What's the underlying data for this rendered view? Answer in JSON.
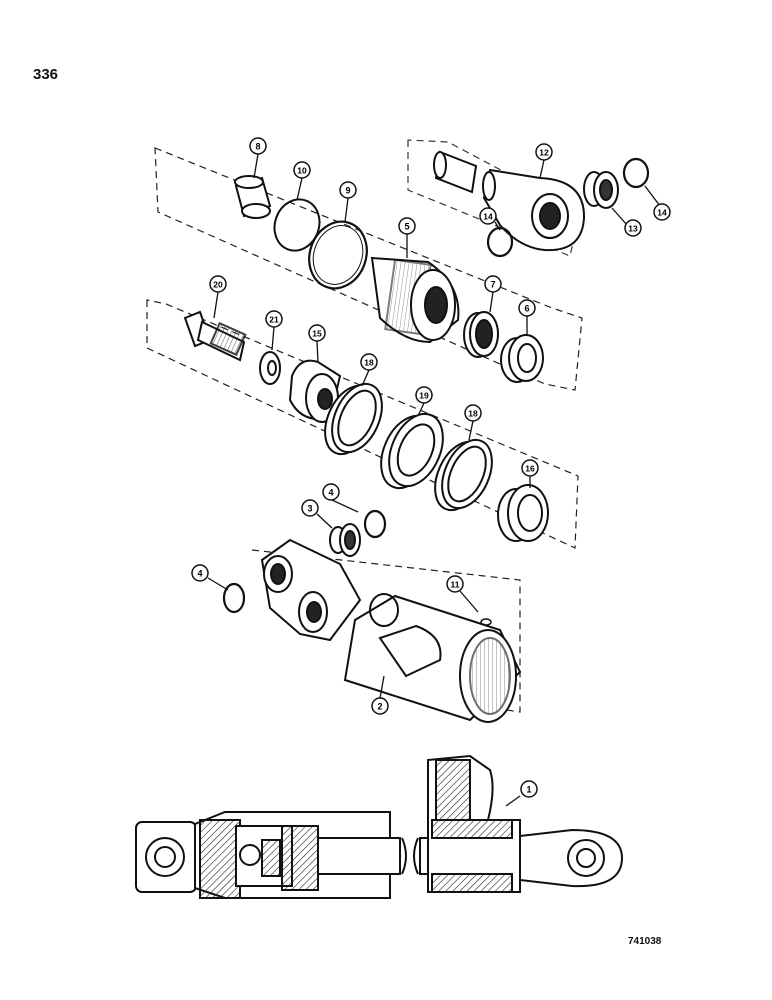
{
  "page": {
    "number": "336",
    "figure_code": "741038"
  },
  "callouts": [
    {
      "id": "c8",
      "label": "8"
    },
    {
      "id": "c10",
      "label": "10"
    },
    {
      "id": "c9",
      "label": "9"
    },
    {
      "id": "c12",
      "label": "12"
    },
    {
      "id": "c14a",
      "label": "14"
    },
    {
      "id": "c14b",
      "label": "14"
    },
    {
      "id": "c13",
      "label": "13"
    },
    {
      "id": "c5",
      "label": "5"
    },
    {
      "id": "c7",
      "label": "7"
    },
    {
      "id": "c6",
      "label": "6"
    },
    {
      "id": "c20",
      "label": "20"
    },
    {
      "id": "c21",
      "label": "21"
    },
    {
      "id": "c15",
      "label": "15"
    },
    {
      "id": "c18a",
      "label": "18"
    },
    {
      "id": "c19",
      "label": "19"
    },
    {
      "id": "c18b",
      "label": "18"
    },
    {
      "id": "c16",
      "label": "16"
    },
    {
      "id": "c4a",
      "label": "4"
    },
    {
      "id": "c3",
      "label": "3"
    },
    {
      "id": "c4b",
      "label": "4"
    },
    {
      "id": "c11",
      "label": "11"
    },
    {
      "id": "c2",
      "label": "2"
    },
    {
      "id": "c1",
      "label": "1"
    }
  ]
}
